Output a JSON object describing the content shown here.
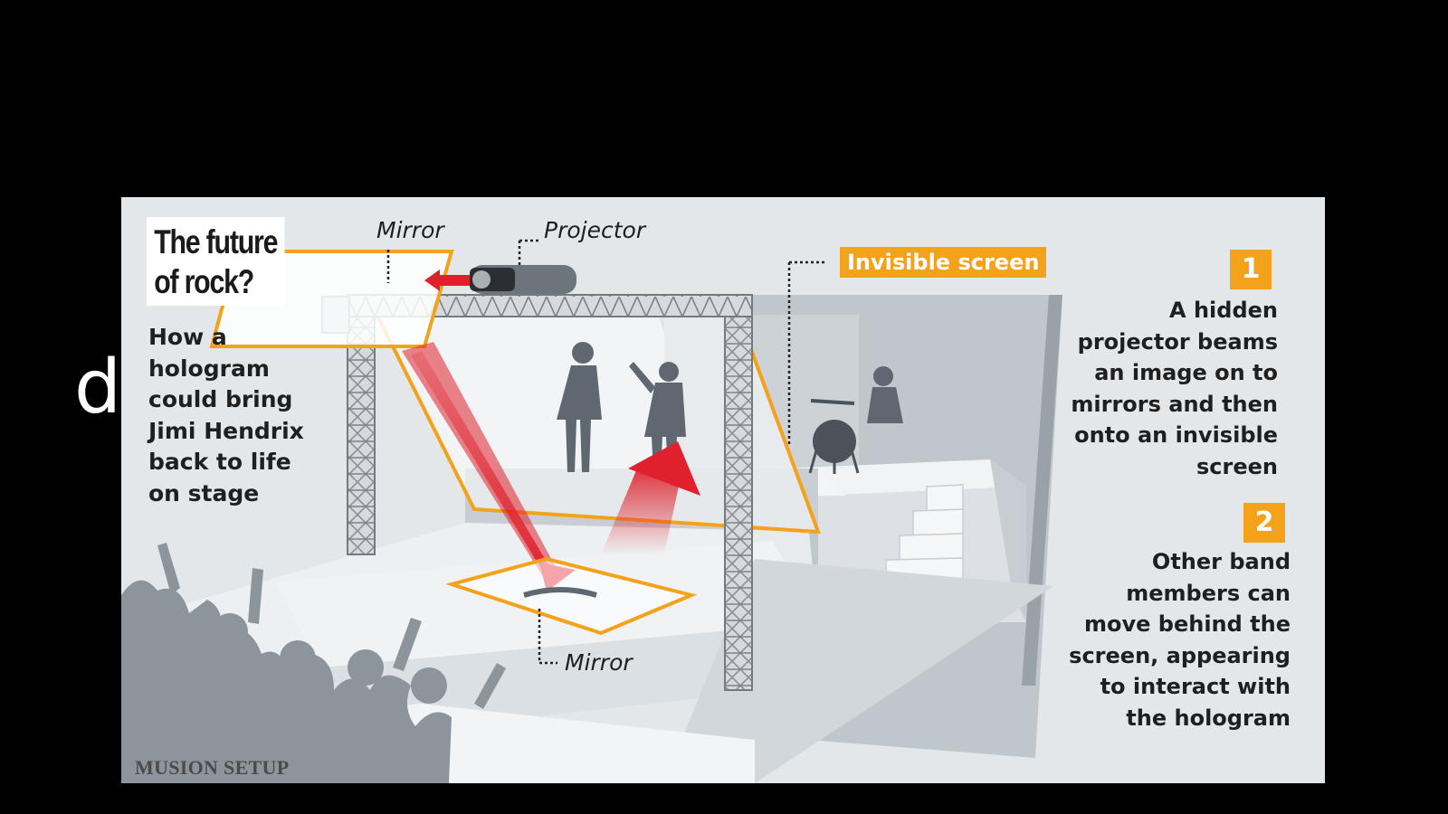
{
  "slide": {
    "partial_title_glyph": "d"
  },
  "diagram": {
    "title_line1": "The future",
    "title_line2": "of rock?",
    "subtitle": "How a hologram could bring Jimi Hendrix back to life on stage",
    "labels": {
      "mirror_top": "Mirror",
      "projector": "Projector",
      "invisible_screen": "Invisible screen",
      "mirror_bottom": "Mirror"
    },
    "steps": [
      {
        "number": "1",
        "text": "A hidden projector beams an image on to mirrors and then onto an invisible screen"
      },
      {
        "number": "2",
        "text": "Other band members can move behind the screen, appearing to interact with the hologram"
      }
    ],
    "caption": "MUSION SETUP",
    "colors": {
      "accent_orange": "#f4a11b",
      "beam_red": "#e0202c",
      "panel_bg": "#e3e7ea",
      "slide_bg": "#000000"
    }
  }
}
